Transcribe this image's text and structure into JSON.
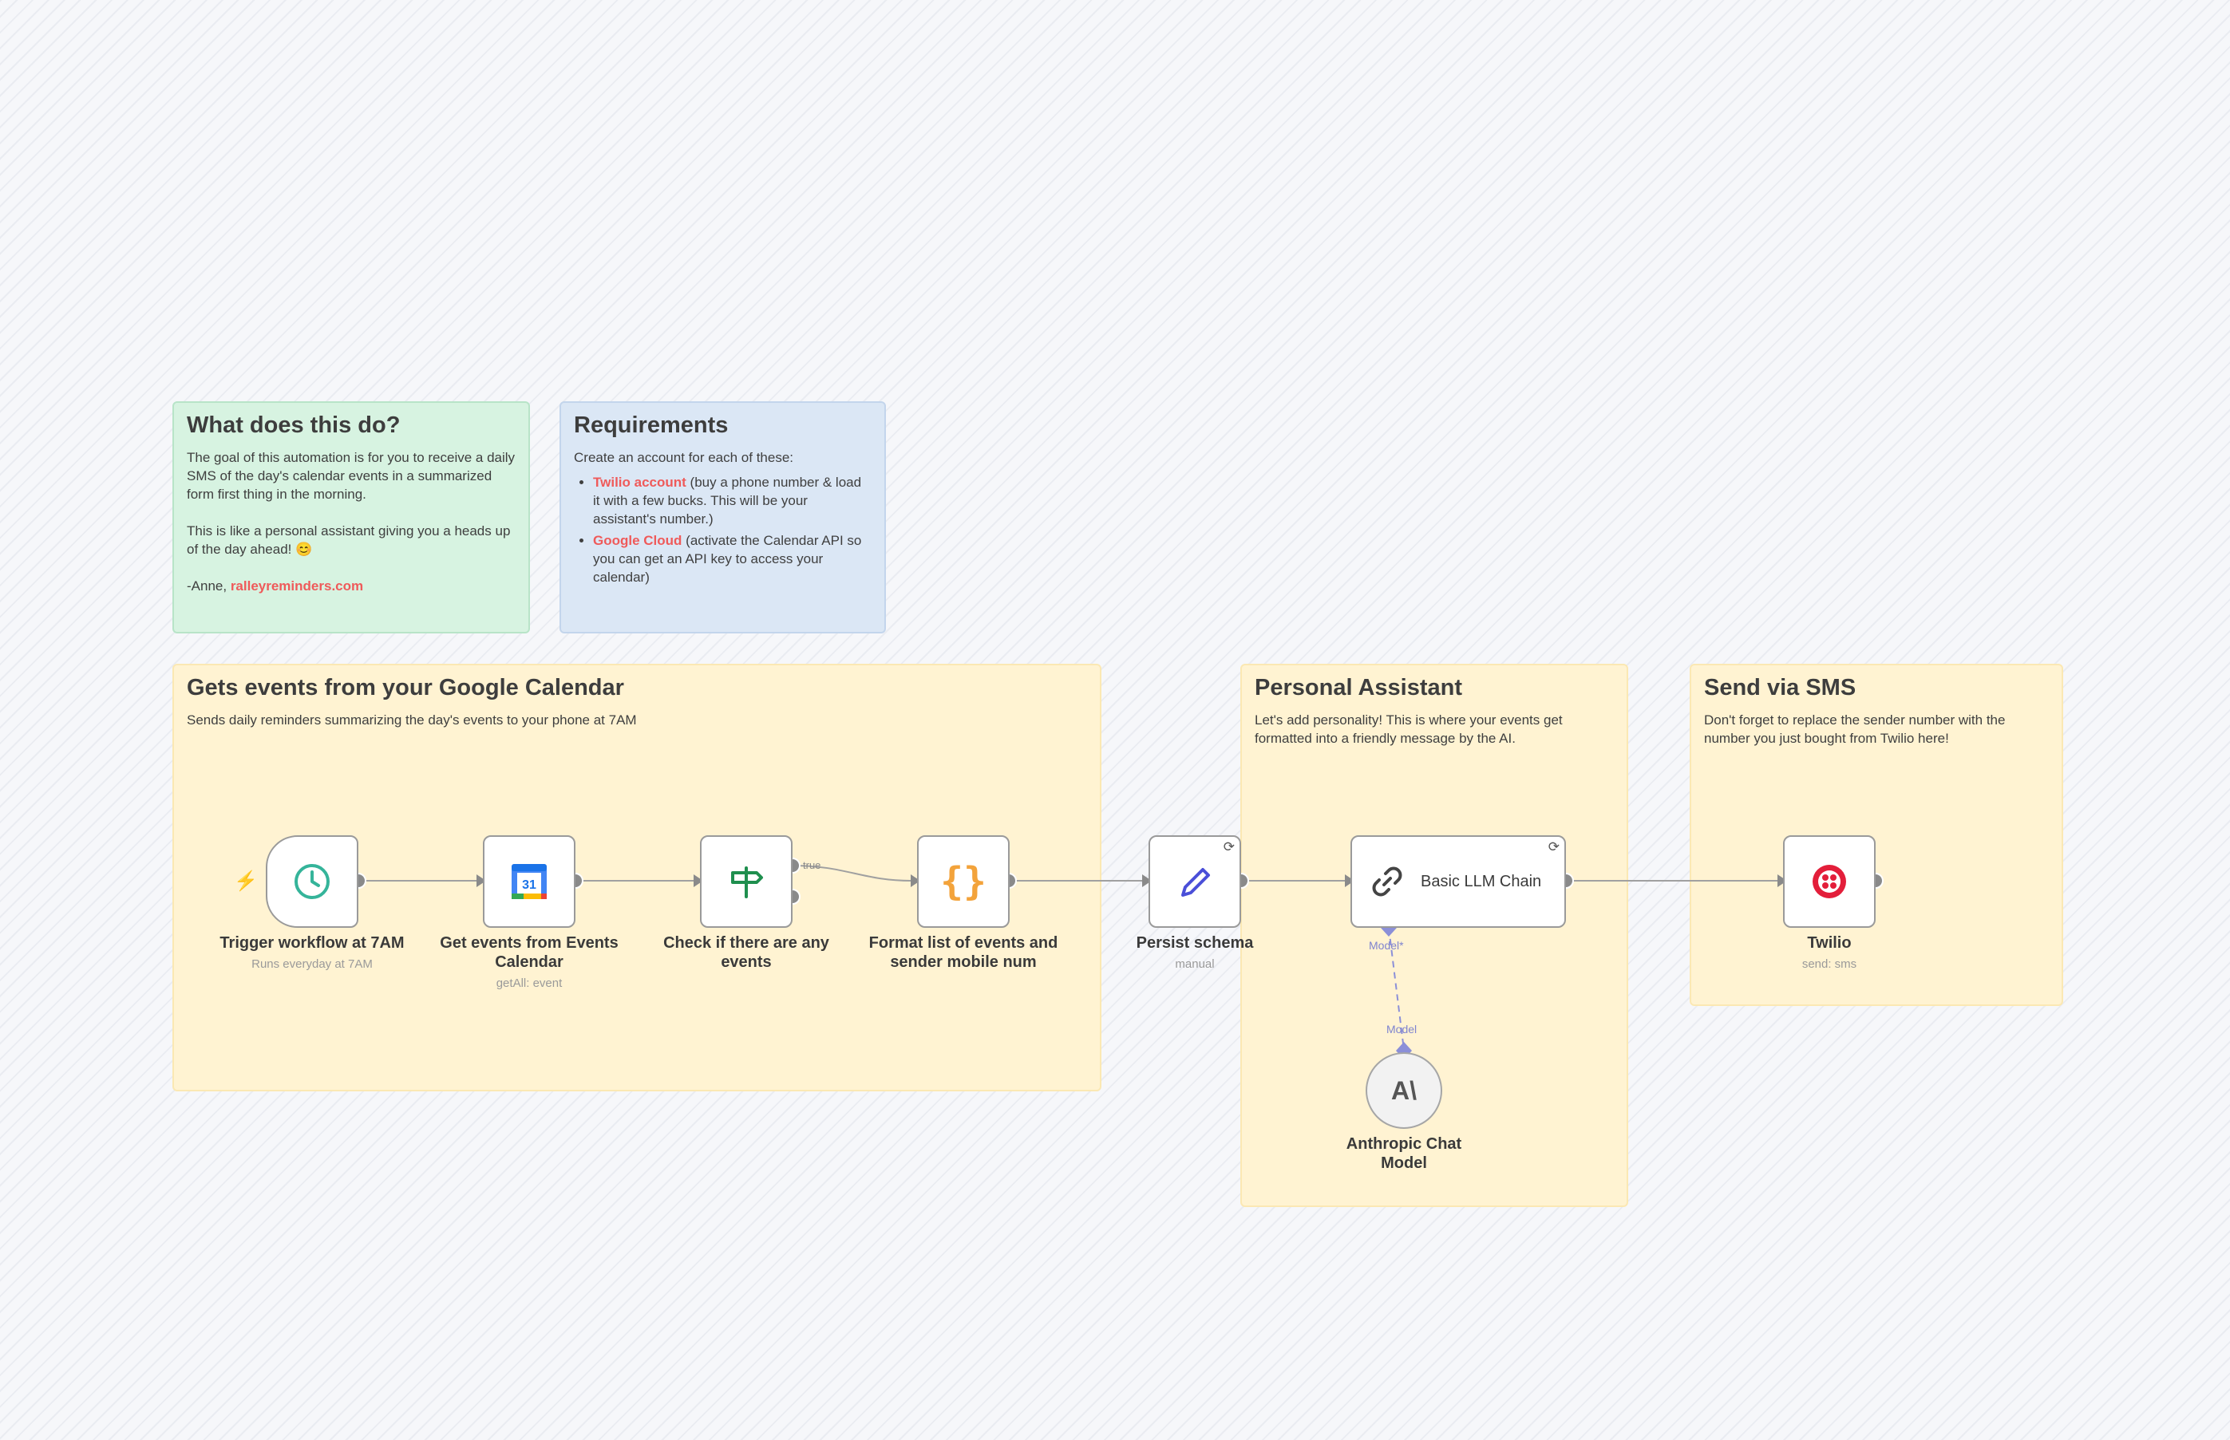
{
  "canvas": {
    "notes": {
      "what": {
        "title": "What does this do?",
        "p1": "The goal of this automation is for you to receive a daily SMS of the day's calendar events in a summarized form first thing in the morning.",
        "p2": "This is like a personal assistant giving you a heads up of the day ahead! 😊",
        "signoff_prefix": "-Anne, ",
        "signoff_link": "ralleyreminders.com"
      },
      "requirements": {
        "title": "Requirements",
        "intro": "Create an account for each of these:",
        "items": [
          {
            "link": "Twilio account",
            "text": " (buy a phone number & load it with a few bucks. This will be your assistant's number.)"
          },
          {
            "link": "Google Cloud",
            "text": " (activate the Calendar API so you can get an API key to access your calendar)"
          }
        ]
      },
      "calendar": {
        "title": "Gets events from your Google Calendar",
        "desc": "Sends daily reminders summarizing the day's events to your phone at 7AM"
      },
      "assistant": {
        "title": "Personal Assistant",
        "desc": "Let's add personality! This is where your events get formatted into a friendly message by the AI."
      },
      "sms": {
        "title": "Send via SMS",
        "desc": "Don't forget to replace the sender number with the number you just bought from Twilio here!"
      }
    },
    "nodes": {
      "trigger": {
        "title": "Trigger workflow at 7AM",
        "subtitle": "Runs everyday at 7AM",
        "icon": "clock-icon"
      },
      "calendar": {
        "title": "Get events from Events Calendar",
        "subtitle": "getAll: event",
        "icon": "google-calendar-icon",
        "icon_text": "31"
      },
      "check": {
        "title": "Check if there are any events",
        "icon": "signpost-icon",
        "branch_label": "true"
      },
      "format": {
        "title": "Format list of events and sender mobile num",
        "icon": "braces-icon",
        "icon_text": "{}"
      },
      "persist": {
        "title": "Persist schema",
        "subtitle": "manual",
        "icon": "pencil-icon"
      },
      "llm": {
        "title": "Basic LLM Chain",
        "icon": "link-icon",
        "port_label": "Model*"
      },
      "anthropic": {
        "title": "Anthropic Chat Model",
        "icon": "anthropic-icon",
        "icon_text": "A\\",
        "port_label": "Model"
      },
      "twilio": {
        "title": "Twilio",
        "subtitle": "send: sms",
        "icon": "twilio-icon"
      }
    },
    "colors": {
      "accent_red": "#ef5a5a",
      "trigger_green": "#35b49a",
      "calendar_blue": "#4285f4",
      "format_orange": "#f3a33b",
      "pencil_blue": "#4a4fd8",
      "twilio_red": "#e31e3a",
      "connector_ai": "#8b8fd8"
    }
  }
}
